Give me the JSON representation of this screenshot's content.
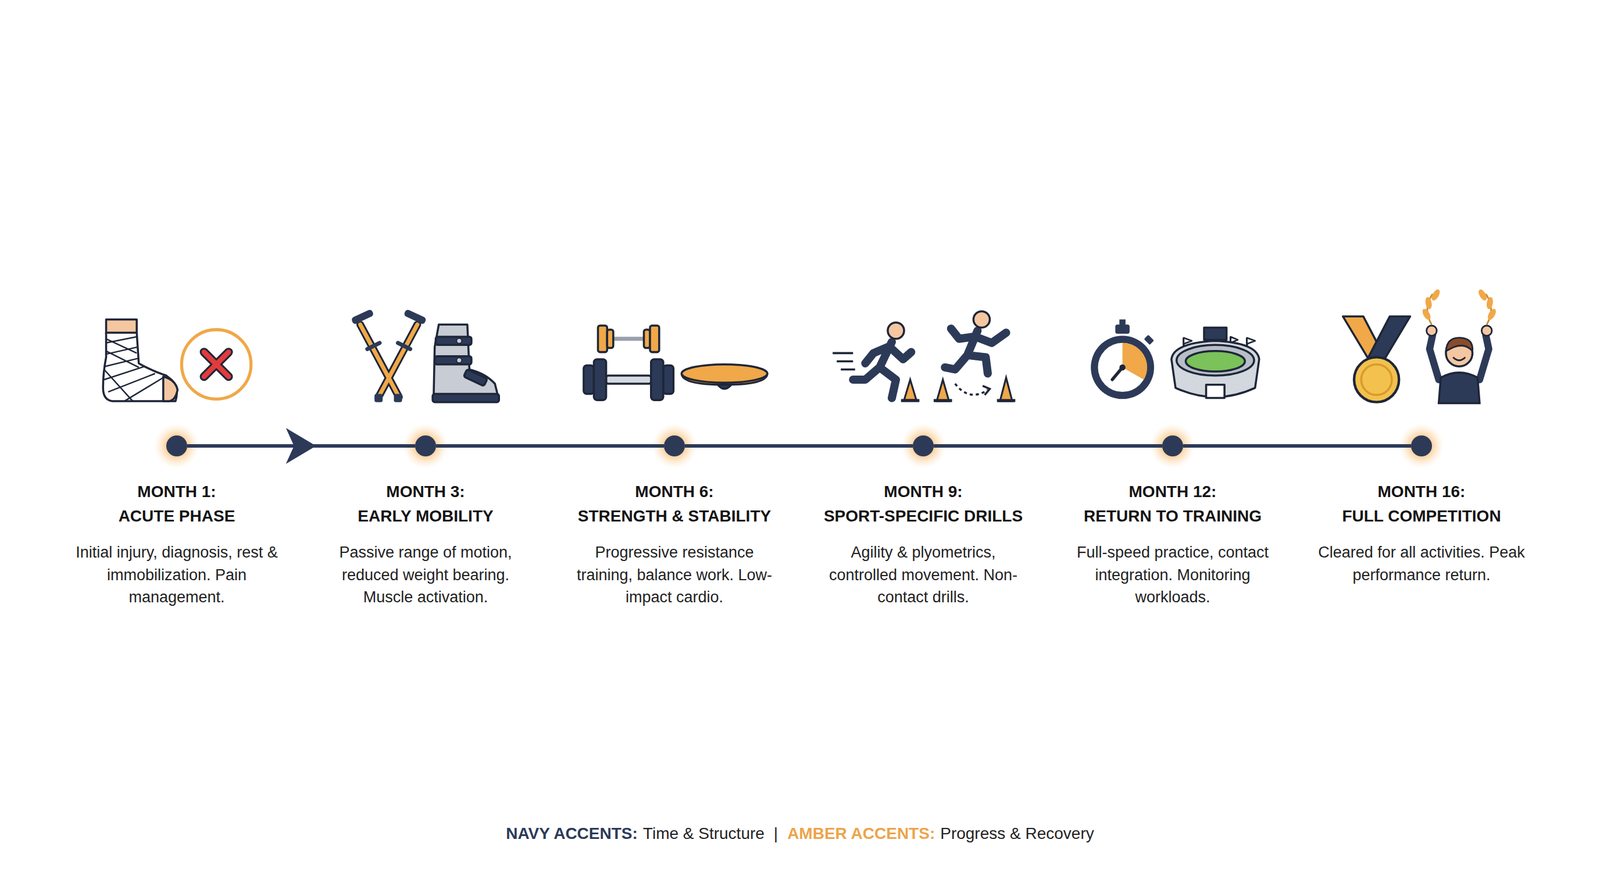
{
  "diagram": {
    "nodes": [
      {
        "text": [
          "MONTH 1:",
          "ACUTE PHASE",
          "Initial injury, diagnosis, rest & immobilization. Pain management."
        ]
      },
      {
        "text": [
          "MONTH 3:",
          "EARLY MOBILITY",
          "Passive range of motion, reduced weight bearing. Muscle activation."
        ]
      },
      {
        "text": [
          "MONTH 6:",
          "STRENGTH & STABILITY",
          "Progressive resistance training, balance work. Low-impact cardio."
        ]
      },
      {
        "text": [
          "MONTH 9:",
          "SPORT-SPECIFIC DRILLS",
          "Agility & plyometrics, controlled movement. Non-contact drills."
        ]
      },
      {
        "text": [
          "MONTH 12:",
          "RETURN TO TRAINING",
          "Full-speed practice, contact integration. Monitoring workloads."
        ]
      },
      {
        "text": [
          "MONTH 16:",
          "FULL COMPETITION",
          "Cleared for all activities. Peak performance return."
        ]
      }
    ],
    "edges": [
      {
        "from": 0,
        "to": 1,
        "arrow": "to"
      },
      {
        "from": 1,
        "to": 2,
        "arrow": "none"
      },
      {
        "from": 2,
        "to": 3,
        "arrow": "none"
      },
      {
        "from": 3,
        "to": 4,
        "arrow": "none"
      },
      {
        "from": 4,
        "to": 5,
        "arrow": "none"
      }
    ],
    "labels": [
      "NAVY ACCENTS:",
      "|",
      "AMBER ACCENTS:"
    ],
    "legend": [
      {
        "text": "Time & Structure",
        "color": "#2c3a58"
      },
      {
        "text": "Progress & Recovery",
        "color": "#eca44a"
      }
    ]
  }
}
